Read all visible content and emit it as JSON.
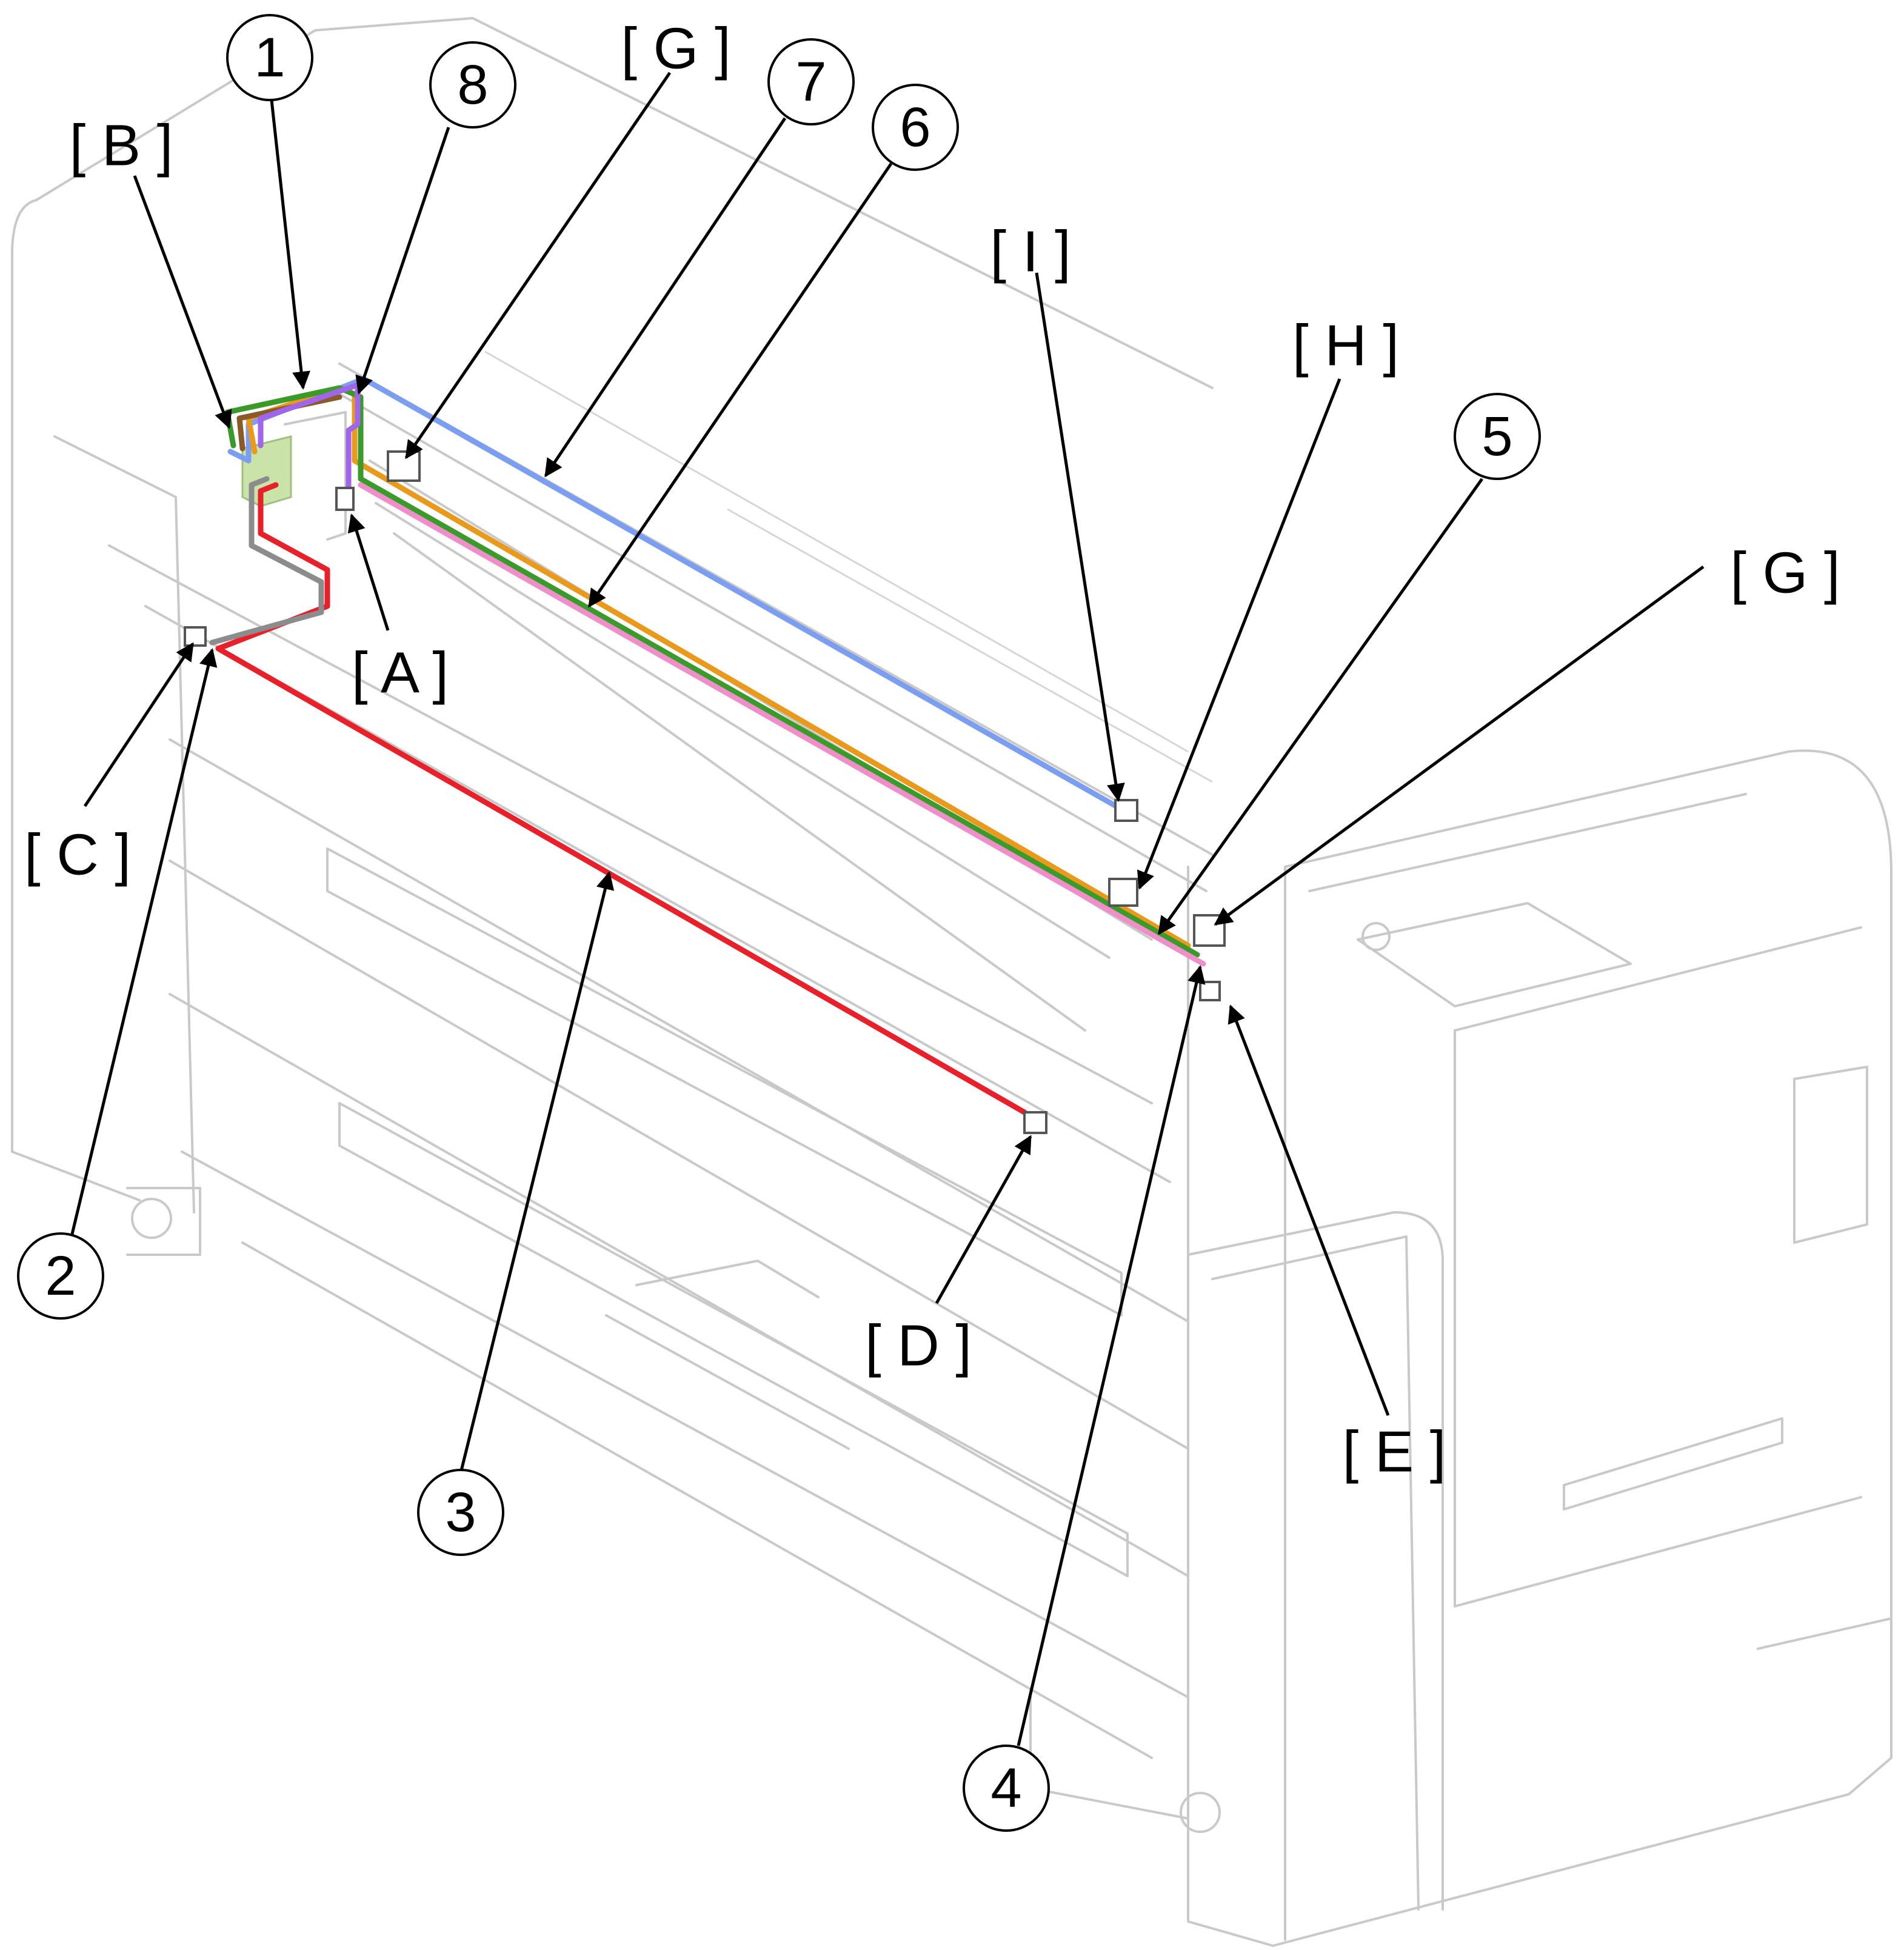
{
  "callouts": {
    "c1": "1",
    "c2": "2",
    "c3": "3",
    "c4": "4",
    "c5": "5",
    "c6": "6",
    "c7": "7",
    "c8": "8"
  },
  "letters": {
    "A": "[ A ]",
    "B": "[ B ]",
    "C": "[ C ]",
    "D": "[ D ]",
    "E": "[ E ]",
    "G_top": "[ G ]",
    "G_right": "[ G ]",
    "H": "[ H ]",
    "I": "[ I ]"
  },
  "colors": {
    "harness_red": "#e8202a",
    "harness_blue": "#7b9ef0",
    "harness_orange": "#e99a1c",
    "harness_green": "#3a9a2a",
    "harness_pink": "#ee8fc9",
    "harness_purple": "#a065e8",
    "harness_brown": "#8a5a28",
    "harness_gray": "#8c8c8c",
    "board_fill": "#c9e3a8",
    "outline": "#c9c9c9"
  }
}
